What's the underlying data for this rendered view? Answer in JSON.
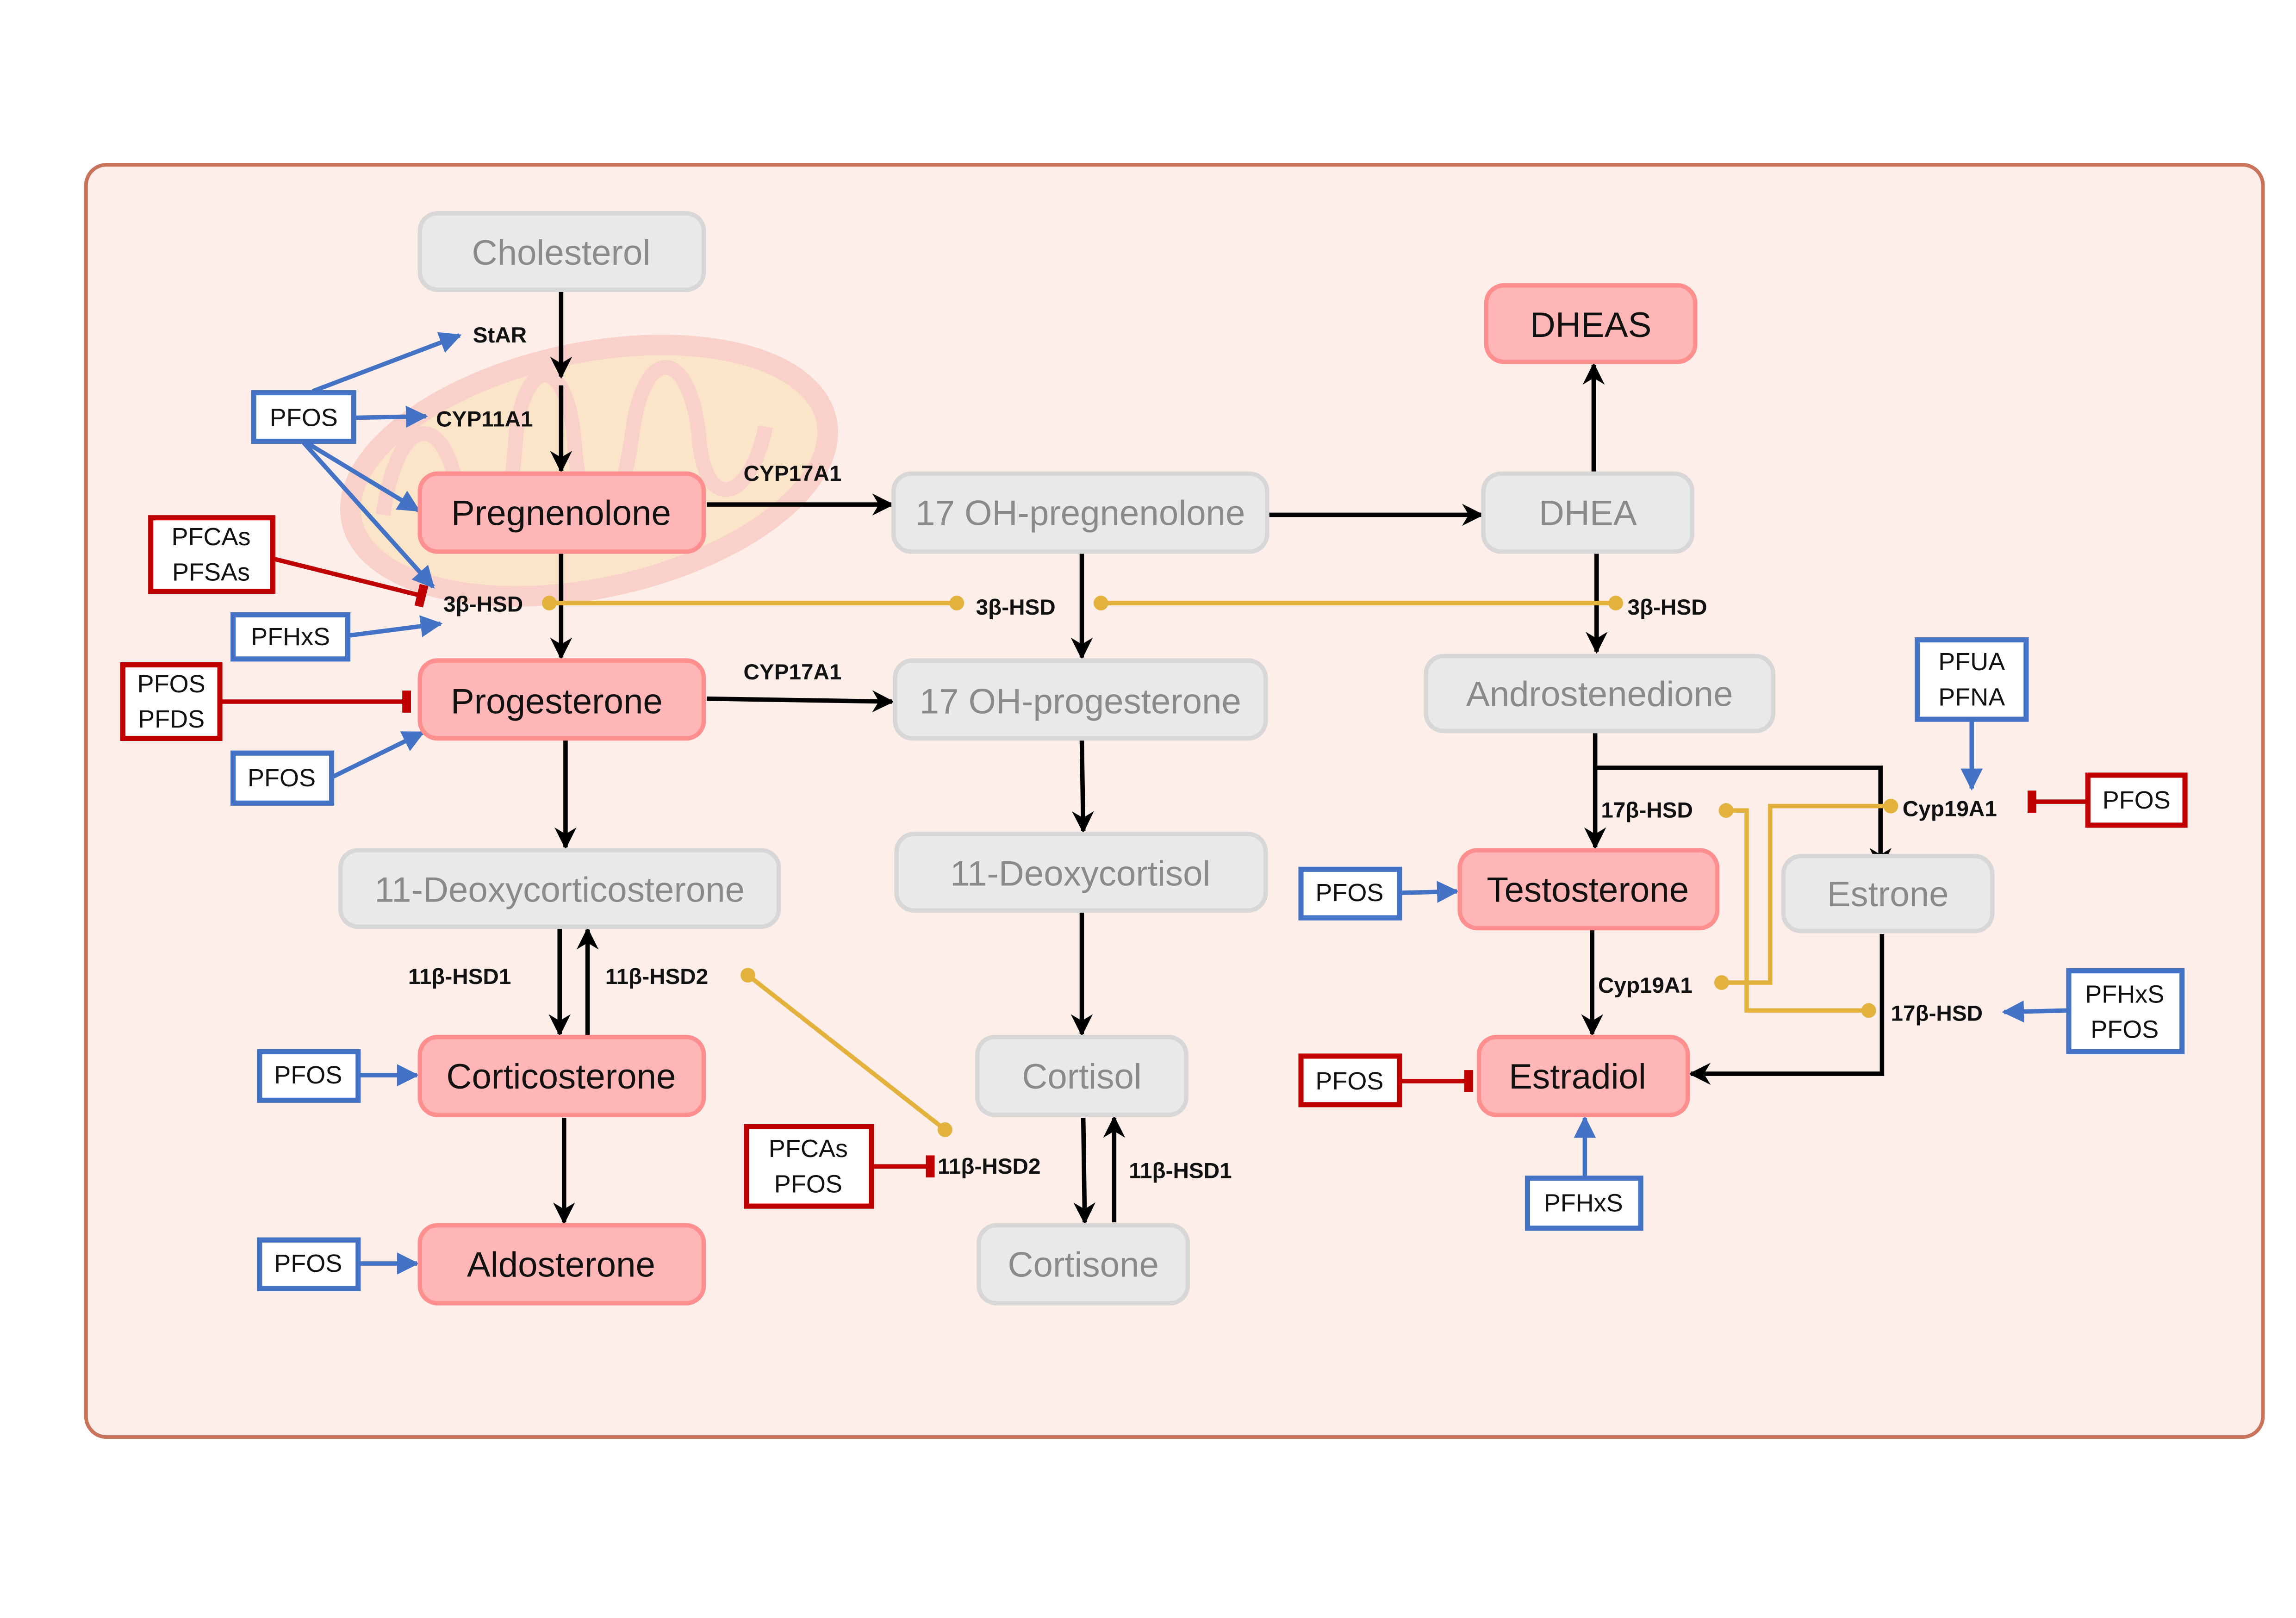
{
  "colors": {
    "panel_bg": "#fdeee9",
    "panel_border": "#c9735a",
    "affected_fill": "#ffb6b6",
    "unaffected_fill": "#e9e9e9",
    "activation": "#4472c4",
    "inhibition": "#c00000",
    "enzyme_link": "#e3b23c"
  },
  "nodes": {
    "cholesterol": "Cholesterol",
    "dheas": "DHEAS",
    "pregnenolone": "Pregnenolone",
    "oh_pregnenolone": "17 OH-pregnenolone",
    "dhea": "DHEA",
    "progesterone": "Progesterone",
    "oh_progesterone": "17 OH-progesterone",
    "androstenedione": "Androstenedione",
    "deoxycorticosterone": "11-Deoxycorticosterone",
    "deoxycortisol": "11-Deoxycortisol",
    "testosterone": "Testosterone",
    "estrone": "Estrone",
    "corticosterone": "Corticosterone",
    "cortisol": "Cortisol",
    "estradiol": "Estradiol",
    "aldosterone": "Aldosterone",
    "cortisone": "Cortisone"
  },
  "enzymes": {
    "star": "StAR",
    "cyp11a1": "CYP11A1",
    "cyp17a1_a": "CYP17A1",
    "cyp17a1_b": "CYP17A1",
    "hsd3b_a": "3β-HSD",
    "hsd3b_b": "3β-HSD",
    "hsd3b_c": "3β-HSD",
    "hsd11b1_a": "11β-HSD1",
    "hsd11b2_a": "11β-HSD2",
    "hsd11b2_b": "11β-HSD2",
    "hsd11b1_b": "11β-HSD1",
    "hsd17b_a": "17β-HSD",
    "cyp19a1_a": "Cyp19A1",
    "cyp19a1_b": "Cyp19A1",
    "hsd17b_b": "17β-HSD"
  },
  "chemicals": [
    {
      "lines": [
        "PFOS"
      ],
      "effect": "activation"
    },
    {
      "lines": [
        "PFCAs",
        "PFSAs"
      ],
      "effect": "inhibition"
    },
    {
      "lines": [
        "PFHxS"
      ],
      "effect": "activation"
    },
    {
      "lines": [
        "PFOS",
        "PFDS"
      ],
      "effect": "inhibition"
    },
    {
      "lines": [
        "PFOS"
      ],
      "effect": "activation"
    },
    {
      "lines": [
        "PFOS"
      ],
      "effect": "activation"
    },
    {
      "lines": [
        "PFOS"
      ],
      "effect": "activation"
    },
    {
      "lines": [
        "PFCAs",
        "PFOS"
      ],
      "effect": "inhibition"
    },
    {
      "lines": [
        "PFOS"
      ],
      "effect": "activation"
    },
    {
      "lines": [
        "PFOS"
      ],
      "effect": "inhibition"
    },
    {
      "lines": [
        "PFHxS"
      ],
      "effect": "activation"
    },
    {
      "lines": [
        "PFUA",
        "PFNA"
      ],
      "effect": "activation"
    },
    {
      "lines": [
        "PFOS"
      ],
      "effect": "inhibition"
    },
    {
      "lines": [
        "PFHxS",
        "PFOS"
      ],
      "effect": "activation"
    }
  ]
}
